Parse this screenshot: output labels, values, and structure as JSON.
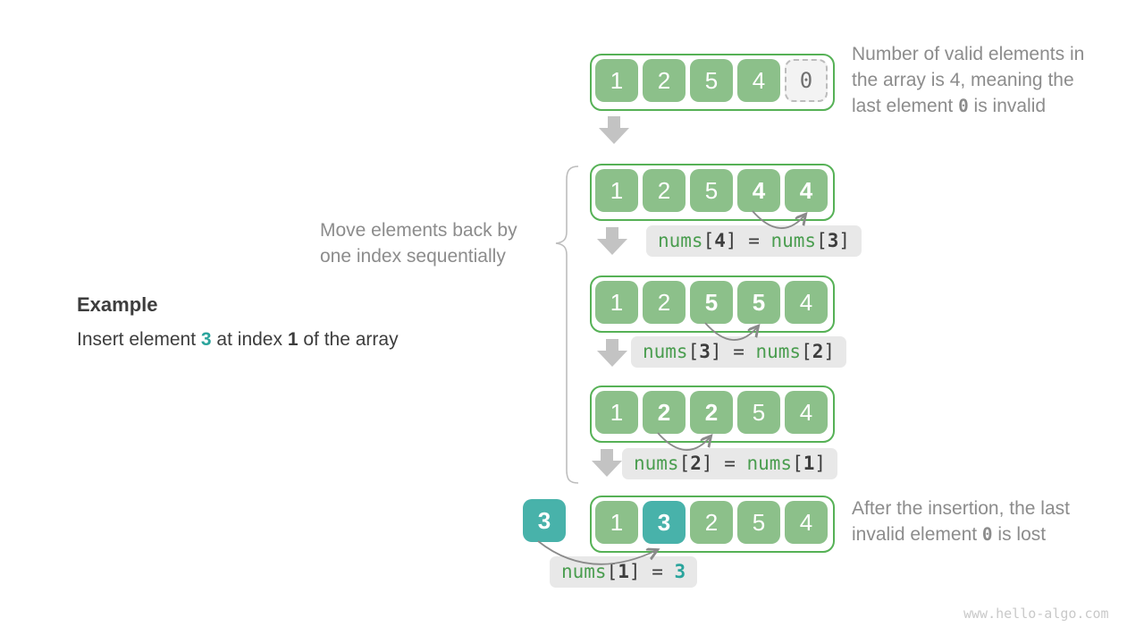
{
  "title_region": {
    "example_title": "Example",
    "example_line": [
      {
        "t": "Insert element "
      },
      {
        "t": "3",
        "style": "teal-bold"
      },
      {
        "t": " at index "
      },
      {
        "t": "1",
        "style": "bold"
      },
      {
        "t": " of the array"
      }
    ]
  },
  "annotations": {
    "top_right": [
      {
        "t": "Number of valid elements in"
      },
      {
        "br": true
      },
      {
        "t": "the array is 4, meaning the"
      },
      {
        "br": true
      },
      {
        "t": "last element "
      },
      {
        "t": "0",
        "style": "mono-bold"
      },
      {
        "t": " is invalid"
      }
    ],
    "bottom_right": [
      {
        "t": "After the insertion, the last"
      },
      {
        "br": true
      },
      {
        "t": "invalid element "
      },
      {
        "t": "0",
        "style": "mono-bold"
      },
      {
        "t": " is lost"
      }
    ],
    "move_label": [
      {
        "t": "Move elements back by"
      },
      {
        "br": true
      },
      {
        "t": "one index sequentially"
      }
    ]
  },
  "inserted_value": "3",
  "arrays": [
    {
      "name": "initial",
      "cells": [
        {
          "v": "1"
        },
        {
          "v": "2"
        },
        {
          "v": "5"
        },
        {
          "v": "4"
        },
        {
          "v": "0",
          "kind": "invalid"
        }
      ],
      "op": null
    },
    {
      "name": "step-1",
      "cells": [
        {
          "v": "1"
        },
        {
          "v": "2"
        },
        {
          "v": "5"
        },
        {
          "v": "4",
          "bold": true
        },
        {
          "v": "4",
          "bold": true
        }
      ],
      "op": [
        {
          "t": "nums",
          "style": "green"
        },
        {
          "t": "[",
          "style": "dark"
        },
        {
          "t": "4",
          "style": "dark-bold"
        },
        {
          "t": "]",
          "style": "dark"
        },
        {
          "t": " = ",
          "style": "dark"
        },
        {
          "t": "nums",
          "style": "green"
        },
        {
          "t": "[",
          "style": "dark"
        },
        {
          "t": "3",
          "style": "dark-bold"
        },
        {
          "t": "]",
          "style": "dark"
        }
      ]
    },
    {
      "name": "step-2",
      "cells": [
        {
          "v": "1"
        },
        {
          "v": "2"
        },
        {
          "v": "5",
          "bold": true
        },
        {
          "v": "5",
          "bold": true
        },
        {
          "v": "4"
        }
      ],
      "op": [
        {
          "t": "nums",
          "style": "green"
        },
        {
          "t": "[",
          "style": "dark"
        },
        {
          "t": "3",
          "style": "dark-bold"
        },
        {
          "t": "]",
          "style": "dark"
        },
        {
          "t": " = ",
          "style": "dark"
        },
        {
          "t": "nums",
          "style": "green"
        },
        {
          "t": "[",
          "style": "dark"
        },
        {
          "t": "2",
          "style": "dark-bold"
        },
        {
          "t": "]",
          "style": "dark"
        }
      ]
    },
    {
      "name": "step-3",
      "cells": [
        {
          "v": "1"
        },
        {
          "v": "2",
          "bold": true
        },
        {
          "v": "2",
          "bold": true
        },
        {
          "v": "5"
        },
        {
          "v": "4"
        }
      ],
      "op": [
        {
          "t": "nums",
          "style": "green"
        },
        {
          "t": "[",
          "style": "dark"
        },
        {
          "t": "2",
          "style": "dark-bold"
        },
        {
          "t": "]",
          "style": "dark"
        },
        {
          "t": " = ",
          "style": "dark"
        },
        {
          "t": "nums",
          "style": "green"
        },
        {
          "t": "[",
          "style": "dark"
        },
        {
          "t": "1",
          "style": "dark-bold"
        },
        {
          "t": "]",
          "style": "dark"
        }
      ]
    },
    {
      "name": "result",
      "cells": [
        {
          "v": "1"
        },
        {
          "v": "3",
          "kind": "inserted"
        },
        {
          "v": "2"
        },
        {
          "v": "5"
        },
        {
          "v": "4"
        }
      ],
      "op": [
        {
          "t": "nums",
          "style": "green"
        },
        {
          "t": "[",
          "style": "dark"
        },
        {
          "t": "1",
          "style": "dark-bold"
        },
        {
          "t": "]",
          "style": "dark"
        },
        {
          "t": " = ",
          "style": "dark"
        },
        {
          "t": "3",
          "style": "teal-bold"
        }
      ]
    }
  ],
  "watermark": "www.hello-algo.com",
  "colors": {
    "cell_green": "#8cc08a",
    "container_border_green": "#56b156",
    "teal": "#48b2aa",
    "label_bg": "#e8e8e8",
    "nums_green": "#4a9d4f",
    "gray_text": "#8c8c8c",
    "dark_text": "#3d3d3d",
    "block_arrow_gray": "#c3c3c3",
    "curve_arrow_gray": "#8a8a8a"
  }
}
